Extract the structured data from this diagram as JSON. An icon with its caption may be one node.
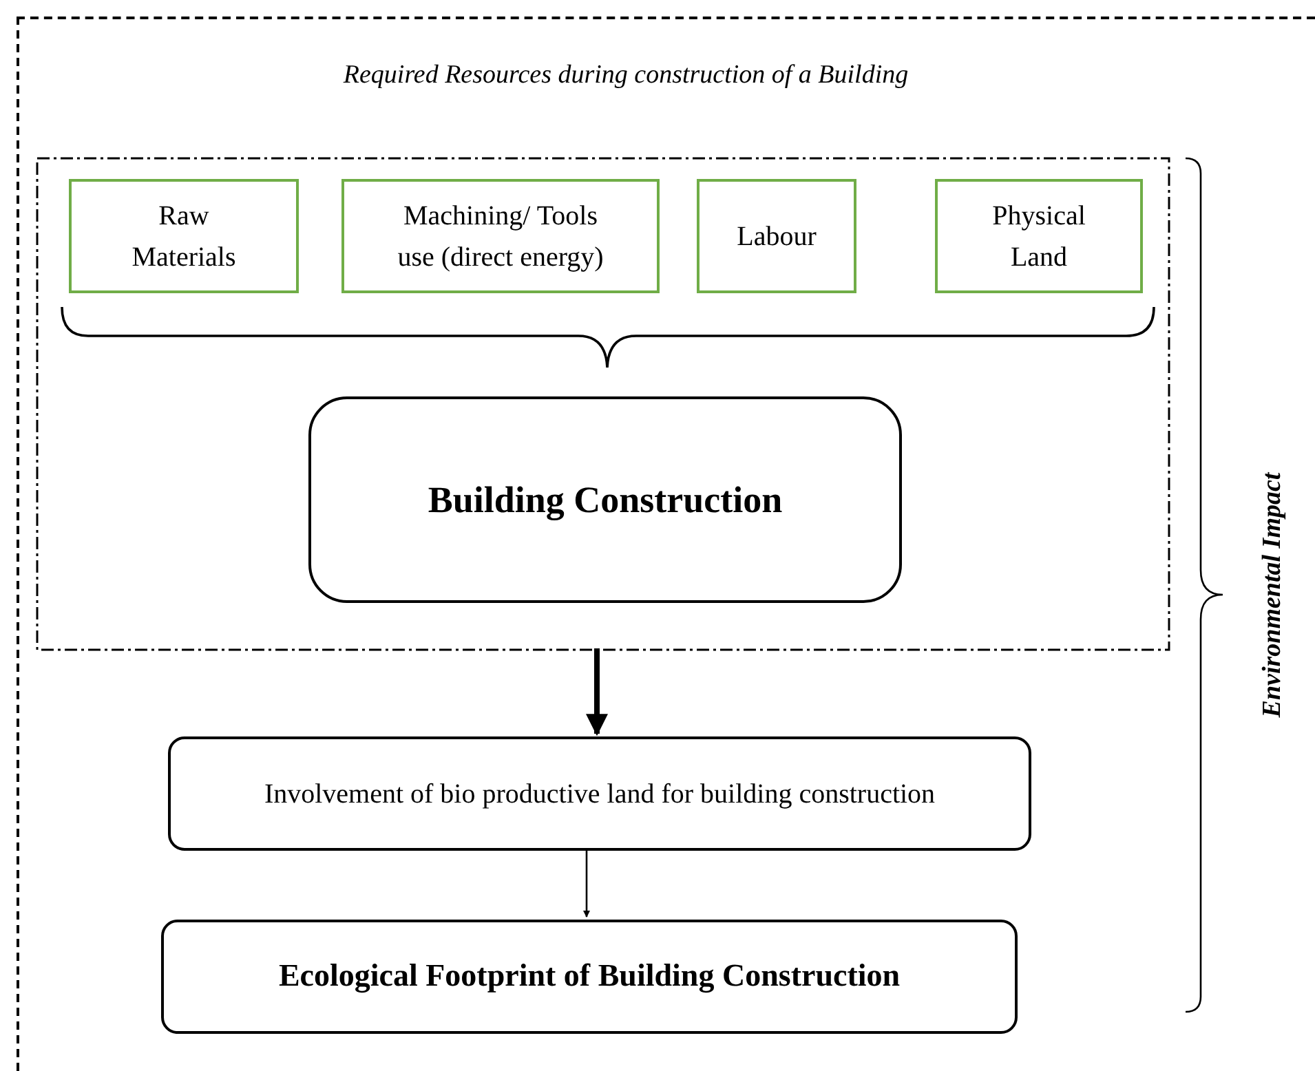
{
  "diagram": {
    "nodes": [
      {
        "text": [
          "Required Resources during construction of a Building"
        ]
      },
      {
        "text": [],
        "shape": "box",
        "in": 0
      },
      {
        "text": [
          "Raw Materials"
        ],
        "in": 1
      },
      {
        "text": [
          "Machining/ Tools use (direct energy)"
        ],
        "in": 1
      },
      {
        "text": [
          "Labour"
        ],
        "in": 1
      },
      {
        "text": [
          "Physical Land"
        ],
        "in": 1
      },
      {
        "text": [
          "Building Construction"
        ],
        "in": 1
      },
      {
        "text": [
          "Involvement of bio productive land for building construction"
        ],
        "in": 0
      },
      {
        "text": [
          "Ecological Footprint of Building Construction"
        ],
        "in": 0
      }
    ],
    "edges": [
      {
        "from": 1,
        "to": 7,
        "arrow": "to",
        "style": "thick"
      },
      {
        "from": 7,
        "to": 8,
        "arrow": "to"
      }
    ],
    "labels": [
      "Environmental Impact"
    ]
  }
}
